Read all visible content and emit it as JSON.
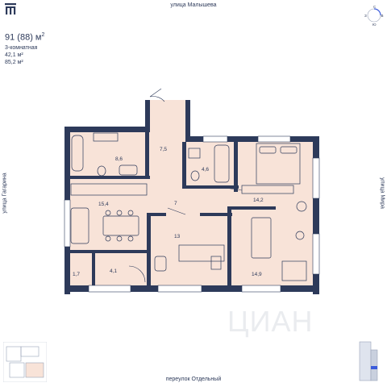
{
  "streets": {
    "top": "улица Малышева",
    "bottom": "переулок Отдельный",
    "left": "улица Гагарина",
    "right": "улица Мира"
  },
  "info": {
    "total": "91 (88) м",
    "total_sup": "2",
    "type": "3-комнатная",
    "living": "42,1 м²",
    "total_area": "85,2 м²"
  },
  "compass": {
    "north": "С",
    "south": "Ю",
    "west": "З",
    "east": "В"
  },
  "rooms": {
    "bath_main": "8,6",
    "corridor_top": "7,5",
    "bath_small": "4,6",
    "bedroom_master": "14,2",
    "hall": "7",
    "kitchen_living": "15,4",
    "bedroom_middle": "13",
    "bedroom_right": "14,9",
    "storage": "1,7",
    "wardrobe": "4,1"
  },
  "watermark": "ЦИАН",
  "colors": {
    "wall": "#2d3a5a",
    "floor": "#f8e3d8",
    "watermark": "#c4c9d4"
  }
}
